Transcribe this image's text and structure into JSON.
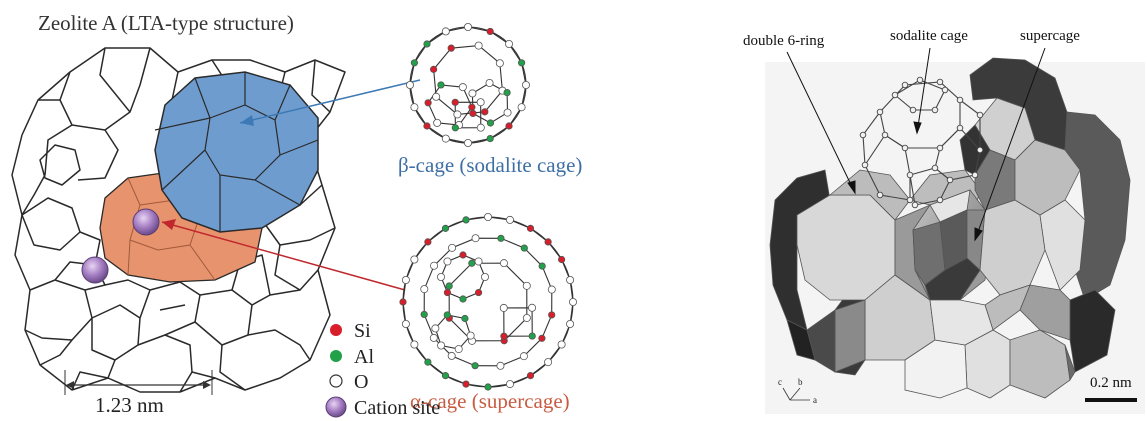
{
  "left": {
    "title": "Zeolite A (LTA-type structure)",
    "beta_cage_label": "β-cage (sodalite cage)",
    "alpha_cage_label": "α-cage (supercage)",
    "scale_label": "1.23 nm",
    "legend": [
      {
        "name": "Si",
        "color": "#d81e2a"
      },
      {
        "name": "Al",
        "color": "#22a04a"
      },
      {
        "name": "O",
        "color": "#ffffff"
      },
      {
        "name": "Cation site",
        "color": "#9b6fb5"
      }
    ],
    "colors": {
      "beta_cage": "#6f9ccf",
      "alpha_cage": "#e7936d",
      "beta_arrow": "#3d7ab5",
      "alpha_arrow": "#c0282e"
    }
  },
  "right": {
    "labels": {
      "double_6_ring": "double 6-ring",
      "sodalite_cage": "sodalite cage",
      "supercage": "supercage"
    },
    "scale_label": "0.2 nm",
    "axes": {
      "c": "c",
      "b": "b",
      "a": "a"
    }
  }
}
